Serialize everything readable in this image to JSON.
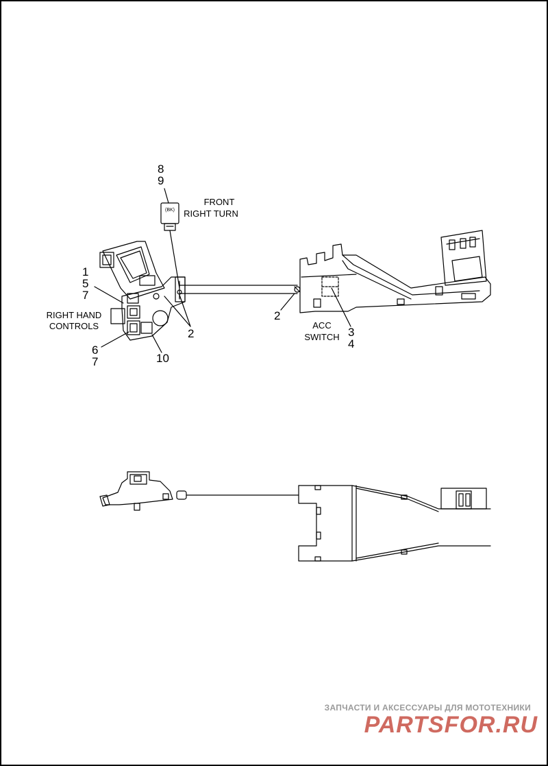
{
  "callouts": {
    "n8": "8",
    "n9": "9",
    "n1": "1",
    "n5": "5",
    "n7a": "7",
    "n6": "6",
    "n7b": "7",
    "n10": "10",
    "n2a": "2",
    "n2b": "2",
    "n3": "3",
    "n4": "4"
  },
  "labels": {
    "front_turn_1": "FRONT",
    "front_turn_2": "RIGHT TURN",
    "rhc_1": "RIGHT HAND",
    "rhc_2": "CONTROLS",
    "acc_1": "ACC",
    "acc_2": "SWITCH",
    "connector_tag": "(BK)"
  },
  "watermark": {
    "line1": "ЗАПЧАСТИ И АКСЕССУАРЫ ДЛЯ МОТОТЕХНИКИ",
    "line2": "PARTSFOR.RU",
    "accent_color": "#c0392b",
    "secondary_color": "#555555"
  }
}
